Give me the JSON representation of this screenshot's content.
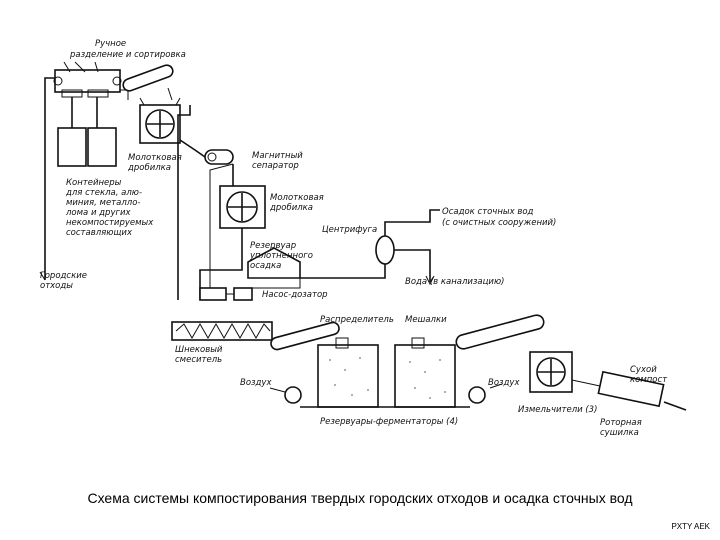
{
  "labels": {
    "manual_sorting": [
      "Ручное",
      "разделение и сортировка"
    ],
    "hammer_crusher_1": [
      "Молотковая",
      "дробилка"
    ],
    "magnetic_separator": [
      "Магнитный",
      "сепаратор"
    ],
    "hammer_crusher_2": [
      "Молотковая",
      "дробилка"
    ],
    "containers": [
      "Контейнеры",
      "для стекла, алю-",
      "миния, металло-",
      "лома и других",
      "некомпостируемых",
      "составляющих"
    ],
    "city_waste": [
      "Городские",
      "отходы"
    ],
    "sludge": [
      "Осадок сточных вод",
      "(с очистных сооружений)"
    ],
    "centrifuge": "Центрифуга",
    "reservoir": [
      "Резервуар",
      "уплотненного",
      "осадка"
    ],
    "pump": "Насос-дозатор",
    "water": "Вода (в канализацию)",
    "screw_mixer": [
      "Шнековый",
      "смеситель"
    ],
    "distributor": "Распределитель",
    "mixers": "Мешалки",
    "air_left": "Воздух",
    "air_right": "Воздух",
    "fermenters": "Резервуары-ферментаторы (4)",
    "grinder": "Измельчители (3)",
    "dry_compost": [
      "Сухой",
      "компост"
    ],
    "rotary_dryer": [
      "Роторная",
      "сушилка"
    ]
  },
  "caption": "Схема системы компостирования твердых городских отходов и осадка сточных вод",
  "credit": "PXTY AEK"
}
